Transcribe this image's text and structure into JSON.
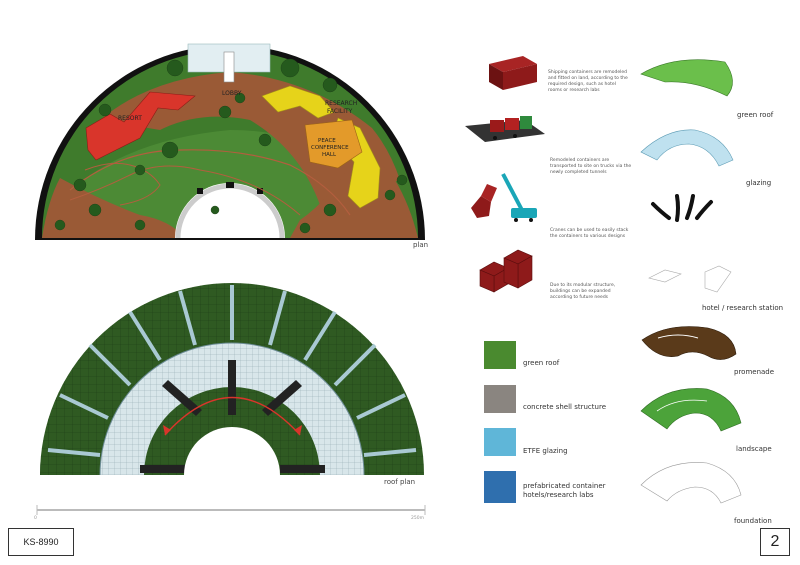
{
  "plan": {
    "label_lobby": "LOBBY",
    "label_resort": "RESORT",
    "label_research_1": "RESEARCH",
    "label_research_2": "FACILITY",
    "label_peace_1": "PEACE",
    "label_peace_2": "CONFERENCE",
    "label_peace_3": "HALL",
    "caption": "plan"
  },
  "roof_plan": {
    "caption": "roof plan"
  },
  "scale_bar": {
    "start": "0",
    "end": "250m"
  },
  "process": [
    {
      "text": "Shipping containers are remodeled and fitted on land, according to the required design, such as hotel rooms or research labs"
    },
    {
      "text": "Remodeled containers are transported to site on trucks via the newly completed tunnels"
    },
    {
      "text": "Cranes can be used to easily stack the containers to various designs"
    },
    {
      "text": "Due to its modular structure, buildings can be expanded according to future needs"
    }
  ],
  "materials": [
    {
      "label": "green roof",
      "color": "#4a8a2f"
    },
    {
      "label": "concrete shell structure",
      "color": "#8a8580"
    },
    {
      "label": "ETFE glazing",
      "color": "#5fb6d8"
    },
    {
      "label": "prefabricated container hotels/research labs",
      "color": "#2f6fae"
    }
  ],
  "layers": [
    "green roof",
    "glazing",
    "",
    "hotel / research station",
    "promenade",
    "landscape",
    "foundation"
  ],
  "footer": {
    "code": "KS-8990",
    "page_number": "2"
  },
  "colors": {
    "roof_green": "#2f5a22",
    "resort_red": "#d9352b",
    "research_yellow": "#e6d31a",
    "hall_orange": "#e39a2a",
    "container_red": "#8e1a1a"
  }
}
